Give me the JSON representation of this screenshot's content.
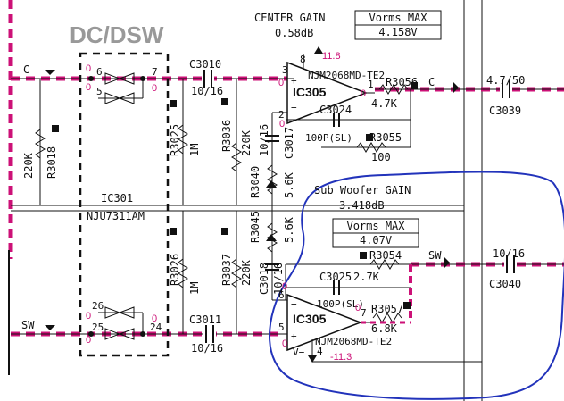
{
  "colors": {
    "wire": "#111111",
    "highlight": "#cc1177",
    "annotation": "#2233bb",
    "muted": "#999999"
  },
  "labels": {
    "block_title": "DC/DSW",
    "center_gain_title": "CENTER GAIN",
    "center_gain_db": "0.58dB",
    "center_vorms_label": "Vorms MAX",
    "center_vorms_value": "4.158V",
    "sub_gain_title": "Sub Woofer GAIN",
    "sub_gain_db": "3.418dB",
    "sub_vorms_label": "Vorms MAX",
    "sub_vorms_value": "4.07V"
  },
  "ics": {
    "ic301_name": "IC301",
    "ic301_part": "NJU7311AM",
    "ic305_top_name": "IC305",
    "ic305_top_part": "NJM2068MD-TE2",
    "ic305_bot_name": "IC305",
    "ic305_bot_part": "NJM2068MD-TE2"
  },
  "components": {
    "c3010": "C3010",
    "c3010_val": "10/16",
    "c3011": "C3011",
    "c3011_val": "10/16",
    "c3039": "C3039",
    "c3039_val": "4.7/50",
    "c3040": "C3040",
    "c3040_val": "10/16",
    "c3024": "C3024",
    "c3024_val": "100P(SL)",
    "c3025": "C3025",
    "c3025_val": "100P(SL)",
    "c3017": "C3017",
    "c3017_val": "10/16",
    "c3018": "C3018",
    "c3018_val": "10/16",
    "r3018": "R3018",
    "r3018_val": "220K",
    "r3025": "R3025",
    "r3025_val": "1M",
    "r3026": "R3026",
    "r3026_val": "1M",
    "r3036": "R3036",
    "r3036_val": "220K",
    "r3037": "R3037",
    "r3037_val": "220K",
    "r3040": "R3040",
    "r3040_val": "5.6K",
    "r3045": "R3045",
    "r3045_val": "5.6K",
    "r3054": "R3054",
    "r3054_val": "2.7K",
    "r3055": "R3055",
    "r3055_val": "100",
    "r3056": "R3056",
    "r3056_val": "4.7K",
    "r3057": "R3057",
    "r3057_val": "6.8K"
  },
  "pins": {
    "p6": "6",
    "p5": "5",
    "p7": "7",
    "p26": "26",
    "p25": "25",
    "p24": "24",
    "top_p3": "3",
    "top_p2": "2",
    "top_p1": "1",
    "top_p8": "8",
    "top_plus": "+",
    "top_minus": "−",
    "bot_p5": "5",
    "bot_p6": "6",
    "bot_p7": "7",
    "bot_plus": "+",
    "bot_minus": "−",
    "bot_p4": "4",
    "bot_v": "V−"
  },
  "nets": {
    "c_left": "C",
    "c_right": "C",
    "sw_left": "SW",
    "sw_right": "SW"
  },
  "voltages": {
    "v0_a": "0",
    "v0_b": "0",
    "v0_c": "0",
    "v0_d": "0",
    "v0_e": "0",
    "v0_f": "0",
    "v0_g": "0",
    "v0_h": "0",
    "v0_i": "0",
    "v0_j": "0",
    "v0_k": "0",
    "v0_l": "0",
    "vplus": "11.8",
    "vminus": "-11.3"
  }
}
